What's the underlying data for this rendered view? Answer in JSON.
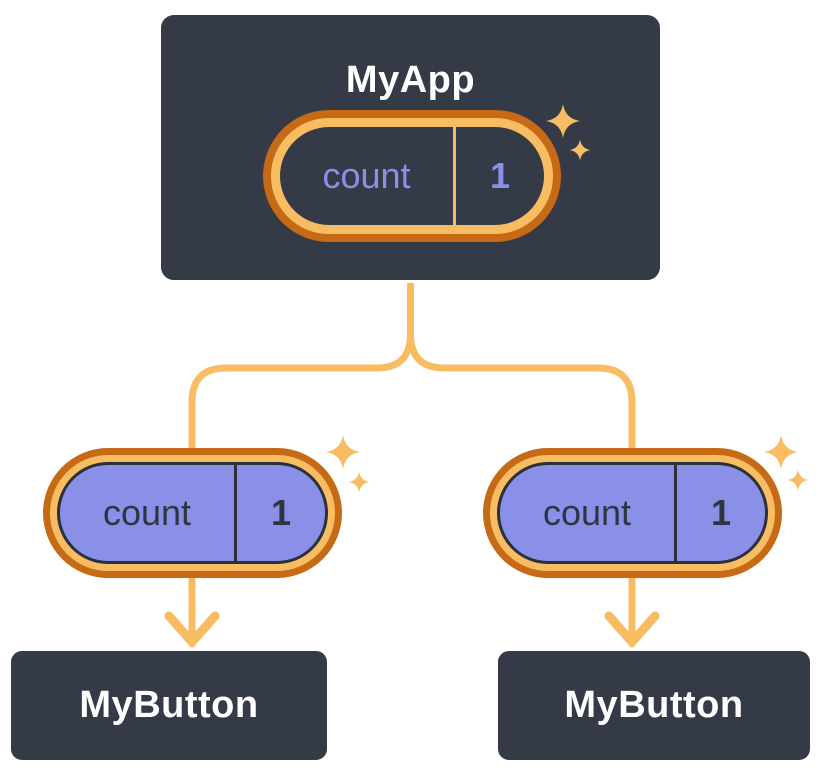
{
  "diagram": {
    "root": {
      "title": "MyApp",
      "state_pill": {
        "label": "count",
        "value": "1"
      }
    },
    "children": [
      {
        "title": "MyButton",
        "prop_pill": {
          "label": "count",
          "value": "1"
        }
      },
      {
        "title": "MyButton",
        "prop_pill": {
          "label": "count",
          "value": "1"
        }
      }
    ],
    "colors": {
      "page_bg": "#ffffff",
      "node_bg": "#343a46",
      "node_border": "#ffffff",
      "node_text": "#ffffff",
      "ring_outer": "#c76a15",
      "ring_inner": "#f8bd62",
      "state_core_bg": "#343a46",
      "state_text": "#8a90e8",
      "prop_core_bg": "#8a90e8",
      "prop_text": "#2f3540",
      "prop_outline": "#2b303b",
      "connector": "#f8bd62",
      "sparkle": "#f8bd62"
    }
  }
}
